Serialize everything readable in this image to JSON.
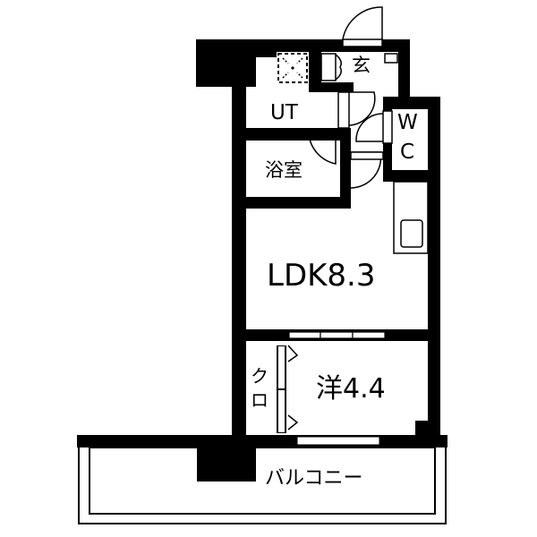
{
  "diagram": {
    "type": "floor-plan",
    "colors": {
      "wall": "#000000",
      "floor": "#ffffff"
    },
    "rooms": [
      {
        "id": "entrance",
        "label": "玄"
      },
      {
        "id": "utility",
        "label": "UT"
      },
      {
        "id": "toilet",
        "label": "W\nC",
        "label_line1": "W",
        "label_line2": "C"
      },
      {
        "id": "bathroom",
        "label": "浴室"
      },
      {
        "id": "ldk",
        "label": "LDK8.3"
      },
      {
        "id": "closet",
        "label": "ク\nロ",
        "label_line1": "ク",
        "label_line2": "ロ"
      },
      {
        "id": "western-room",
        "label": "洋4.4"
      },
      {
        "id": "balcony",
        "label": "バルコニー"
      }
    ]
  }
}
